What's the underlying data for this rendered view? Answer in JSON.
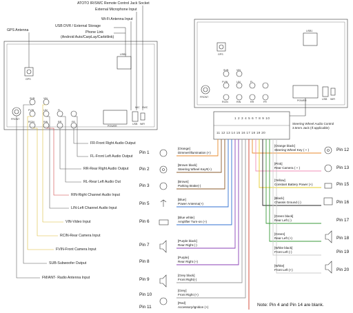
{
  "top_labels": {
    "atoto": "ATOTO IR/SWC Remote Control Jack Socket",
    "mic": "External Microphone Input",
    "wifi": "Wi-Fi Antenna Input",
    "usb_dvr": "USB DVR / External Storage",
    "phone_link": "Phone Link",
    "phone_link_sub": "(Android Auto/CarpLay/Carbitlink)",
    "gps_antenna": "GPS Antenna"
  },
  "left_unit": {
    "gps": "GPS",
    "usb1": "USB1",
    "front": "FRONT",
    "sub": "SUB",
    "vin": "VIN",
    "fvin": "FVIN",
    "lin": "LIN",
    "fl": "FL",
    "rcin": "RCIN",
    "rin": "RIN",
    "rr": "RR",
    "fr": "FR",
    "power": "POWER",
    "usb": "USB",
    "wifi": "WiFi",
    "mic": "MIC",
    "swc": "SWC"
  },
  "left_labels": [
    "FR-Front Right Audio Output",
    "FL-Front Left Audio Output",
    "RR-Rear Right Audio Output",
    "RL-Rear Left Audio Out",
    "RIN-Right Channel Audio Input",
    "LIN-Left Channel Audio Input",
    "VIN-Video Input",
    "RCIN-Rear Camera Input",
    "FVIN-Front Camera Input",
    "SUB-Subwoofer Output",
    "FM/ANT- Radio Antenna Input"
  ],
  "right_unit": {
    "usb1": "USB1",
    "gps": "GPS",
    "sub": "SUB",
    "vin": "VIN",
    "fvin": "FVIN",
    "lin": "LIN",
    "rcin": "RCIN",
    "rin": "RIN",
    "rr": "RR",
    "fr": "FR",
    "fl": "FL",
    "front": "FRONT",
    "power": "POWER",
    "usb": "USB",
    "wifi": "WiFi"
  },
  "connector": {
    "top_row": "1 2 3 4 5 6 7 8 9 10",
    "bottom_row": "11 12 13 14 15 16 17 18 19 20",
    "swc_note_1": "Steering Wheel Audio Control",
    "swc_note_2": "3.5mm Jack (If applicable)"
  },
  "pins_left": [
    {
      "pin": "Pin 1",
      "c": "[Orange]",
      "d": "Dimmer/Illumination (+)"
    },
    {
      "pin": "Pin 2",
      "c": "[Brown black]",
      "d": "Steering Wheel Key#(+)"
    },
    {
      "pin": "Pin 3",
      "c": "[Brown]",
      "d": "Parking Brake(-)"
    },
    {
      "pin": "Pin 5",
      "c": "[Blue]",
      "d": "Power Antenna(+)"
    },
    {
      "pin": "Pin 6",
      "c": "[Blue white]",
      "d": "Amplifier Turn-on (+)"
    },
    {
      "pin": "Pin 7",
      "c": "[Purple black]",
      "d": "Rear Right (-)"
    },
    {
      "pin": "Pin 8",
      "c": "[Purple]",
      "d": "Rear Right (+)"
    },
    {
      "pin": "Pin 9",
      "c": "[Grey black]",
      "d": "Front Right(-)"
    },
    {
      "pin": "Pin 10",
      "c": "[Grey]",
      "d": "Front Right (+)"
    },
    {
      "pin": "Pin 11",
      "c": "[Red]",
      "d": "Accessory/Ignition (+)"
    }
  ],
  "pins_right": [
    {
      "pin": "Pin 12",
      "c": "[Orange black]",
      "d": "Steering Wheel Key ( + )"
    },
    {
      "pin": "Pin 13",
      "c": "[Pink]",
      "d": "Rear Camera ( + )"
    },
    {
      "pin": "Pin 15",
      "c": "[Yellow]",
      "d": "Constant Battery Power (+)"
    },
    {
      "pin": "Pin 16",
      "c": "[Black]",
      "d": "Chassis Ground (-)"
    },
    {
      "pin": "Pin 17",
      "c": "[Green black]",
      "d": "Rear Left (-)"
    },
    {
      "pin": "Pin 18",
      "c": "[Green]",
      "d": "Rear Left (+)"
    },
    {
      "pin": "Pin 19",
      "c": "[White black]",
      "d": "Front Left (-)"
    },
    {
      "pin": "Pin 20",
      "c": "[White]",
      "d": "Front Left (+)"
    }
  ],
  "note": "Note: Pin 4 and Pin 14 are blank.",
  "colors": {
    "line": "#333333",
    "orange": "#e8892b",
    "brown": "#8a5a2b",
    "blue": "#2f6fd0",
    "purple": "#8a3fb5",
    "grey": "#9a9a9a",
    "red": "#d23a2a",
    "pink": "#f08fb8",
    "yellow": "#e6cc2a",
    "black": "#222222",
    "green": "#3a9a3a",
    "white": "#cccccc"
  }
}
